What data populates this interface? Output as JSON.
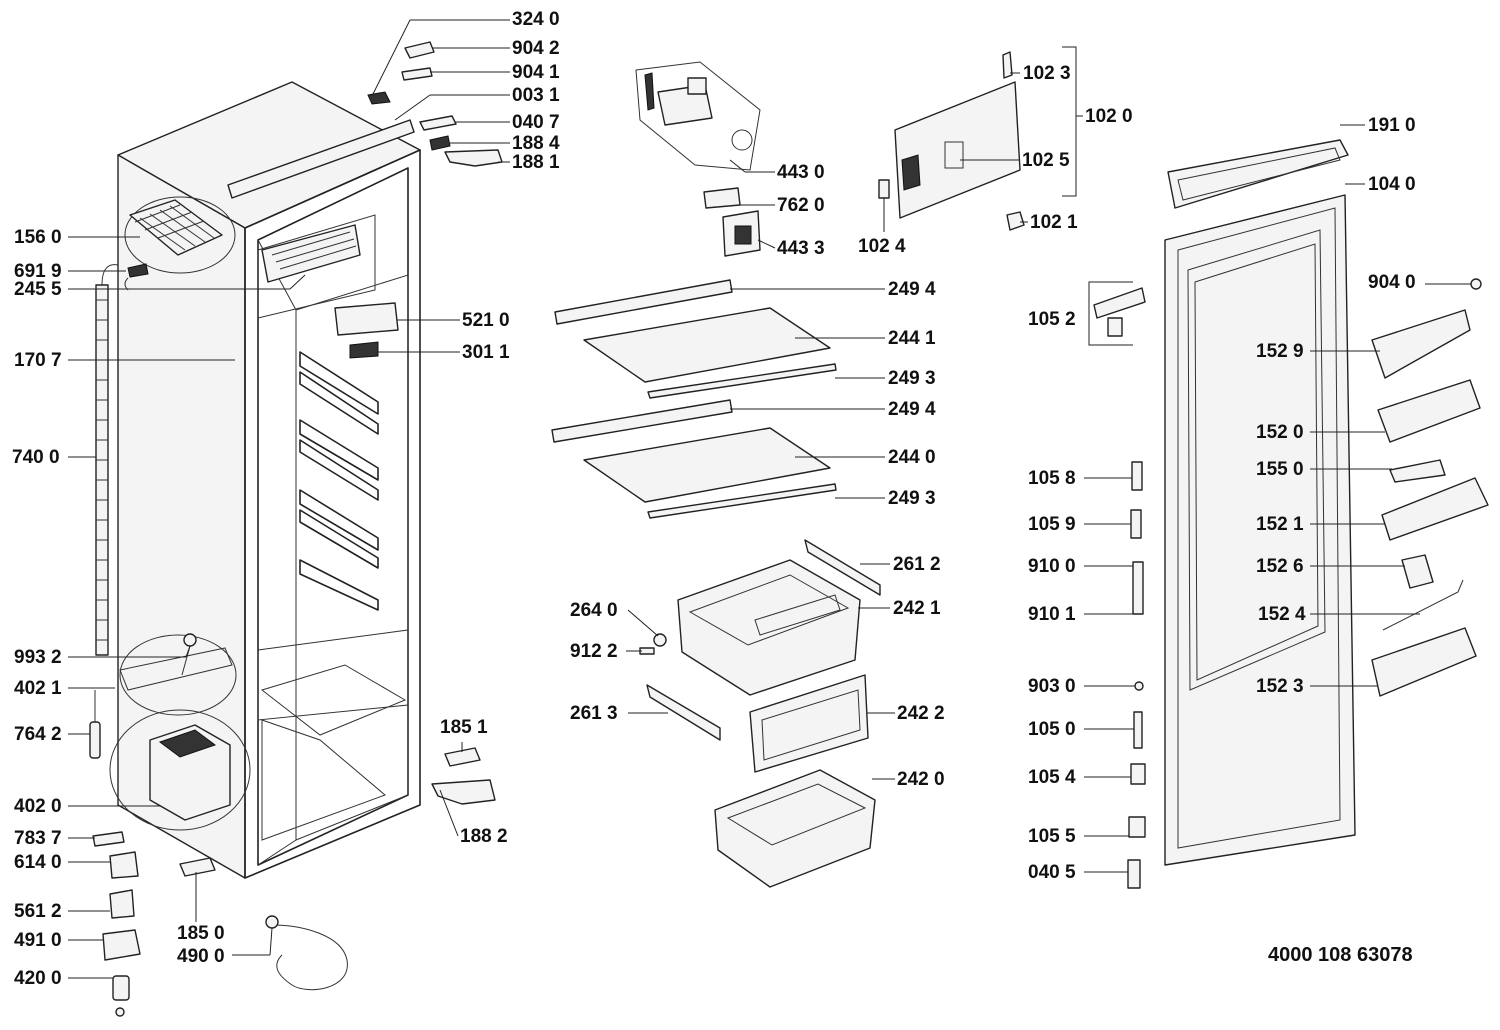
{
  "document_number": "4000 108 63078",
  "labels": {
    "l3240": "324 0",
    "l9042": "904 2",
    "l9041": "904 1",
    "l0031": "003 1",
    "l0407": "040 7",
    "l1884": "188 4",
    "l1881": "188 1",
    "l1560": "156 0",
    "l6919": "691 9",
    "l2455": "245 5",
    "l5210": "521 0",
    "l3011": "301 1",
    "l1707": "170 7",
    "l7400": "740 0",
    "l9932": "993 2",
    "l4021": "402 1",
    "l7642": "764 2",
    "l4020": "402 0",
    "l7837": "783 7",
    "l6140": "614 0",
    "l5612": "561 2",
    "l4910": "491 0",
    "l4200": "420 0",
    "l1851": "185 1",
    "l1882": "188 2",
    "l1850": "185 0",
    "l4900": "490 0",
    "l4430": "443 0",
    "l7620": "762 0",
    "l4433": "443 3",
    "l2494a": "249 4",
    "l2441": "244 1",
    "l2493a": "249 3",
    "l2494b": "249 4",
    "l2440": "244 0",
    "l2493b": "249 3",
    "l2612": "261 2",
    "l2421": "242 1",
    "l2640": "264 0",
    "l9122": "912 2",
    "l2613": "261 3",
    "l2422": "242 2",
    "l2420": "242 0",
    "l1023": "102 3",
    "l1020": "102 0",
    "l1025": "102 5",
    "l1024": "102 4",
    "l1021": "102 1",
    "l1052": "105 2",
    "l1058": "105 8",
    "l1059": "105 9",
    "l9100": "910 0",
    "l9101": "910 1",
    "l9030": "903 0",
    "l1050": "105 0",
    "l1054": "105 4",
    "l1055": "105 5",
    "l0405": "040 5",
    "l1910": "191 0",
    "l1040": "104 0",
    "l9040": "904 0",
    "l1529": "152 9",
    "l1520": "152 0",
    "l1550": "155 0",
    "l1521": "152 1",
    "l1526": "152 6",
    "l1524": "152 4",
    "l1523": "152 3"
  }
}
